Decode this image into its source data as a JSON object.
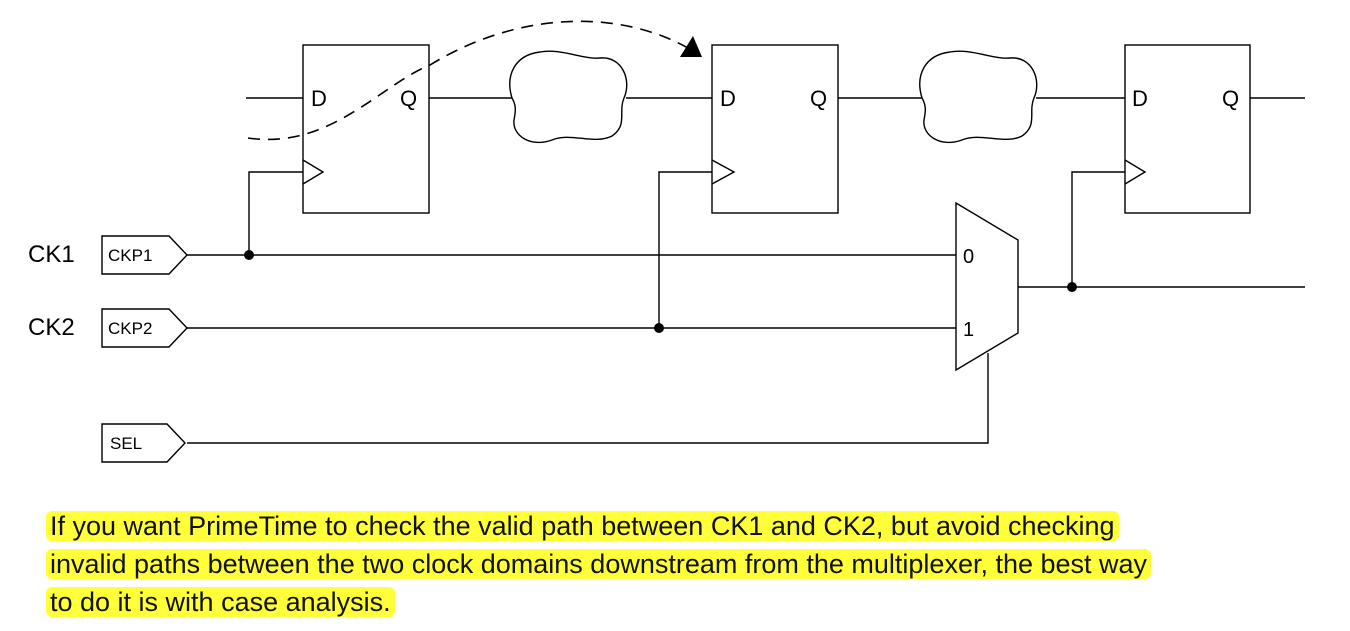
{
  "diagram": {
    "flip_flops": [
      {
        "d_label": "D",
        "q_label": "Q"
      },
      {
        "d_label": "D",
        "q_label": "Q"
      },
      {
        "d_label": "D",
        "q_label": "Q"
      }
    ],
    "clock_signals": [
      {
        "name": "CK1",
        "port": "CKP1"
      },
      {
        "name": "CK2",
        "port": "CKP2"
      }
    ],
    "select_port": "SEL",
    "mux_inputs": [
      "0",
      "1"
    ]
  },
  "caption": {
    "line1": "If you want PrimeTime to check the valid path between CK1 and CK2, but avoid checking",
    "line2": "invalid paths between the two clock domains downstream from the multiplexer, the best way",
    "line3": "to do it is with case analysis."
  }
}
